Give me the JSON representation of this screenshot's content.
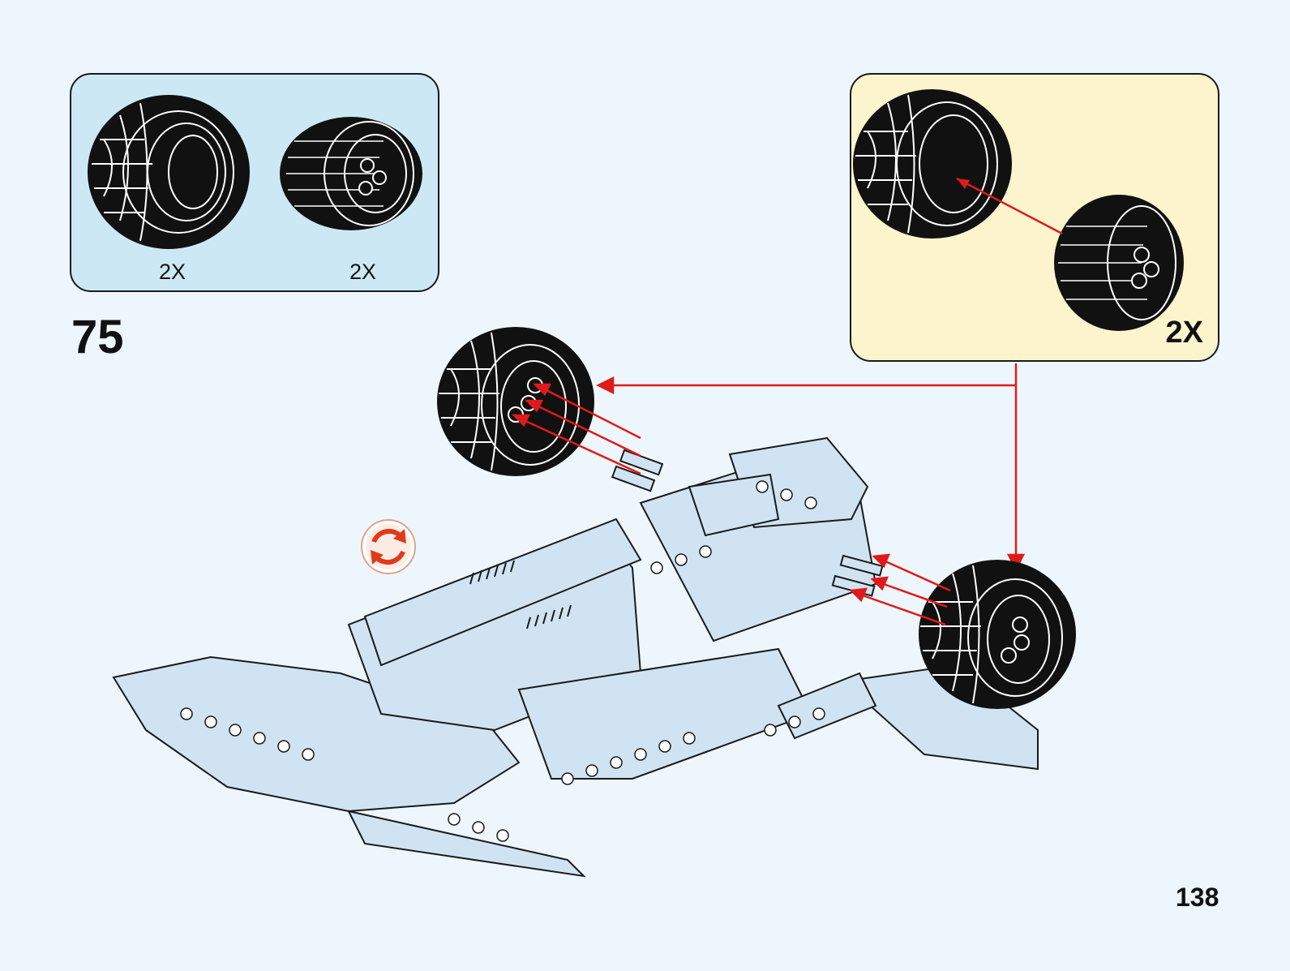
{
  "step": {
    "number": "75"
  },
  "parts_callout": {
    "items": [
      {
        "icon": "tire-icon",
        "quantity": "2X"
      },
      {
        "icon": "wheel-rim-icon",
        "quantity": "2X"
      }
    ]
  },
  "subassembly_callout": {
    "quantity": "2X"
  },
  "rotate_indicator": {
    "icon": "rotate-model-icon"
  },
  "page": {
    "number": "138"
  },
  "colors": {
    "arrow": "#e01a1a",
    "parts_bg": "#cde8f5",
    "subassembly_bg": "#fbf4cc",
    "page_bg": "#eef6fd"
  }
}
